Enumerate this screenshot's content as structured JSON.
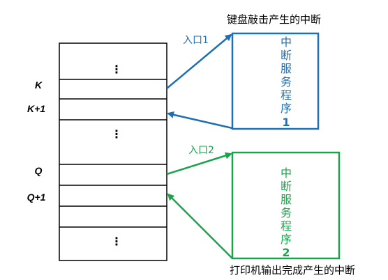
{
  "colors": {
    "blue": "#1f6fb2",
    "green": "#1aa34a",
    "black": "#000000"
  },
  "memory": {
    "row_labels": [
      "K",
      "K+1",
      "Q",
      "Q+1"
    ],
    "ellipsis": "⋮"
  },
  "service1": {
    "caption": "键盘敲击产生的中断",
    "entry": "入口1",
    "lines": [
      "中",
      "断",
      "服",
      "务",
      "程",
      "序",
      "1"
    ]
  },
  "service2": {
    "caption": "打印机输出完成产生的中断",
    "entry": "入口2",
    "lines": [
      "中",
      "断",
      "服",
      "务",
      "程",
      "序",
      "2"
    ]
  }
}
